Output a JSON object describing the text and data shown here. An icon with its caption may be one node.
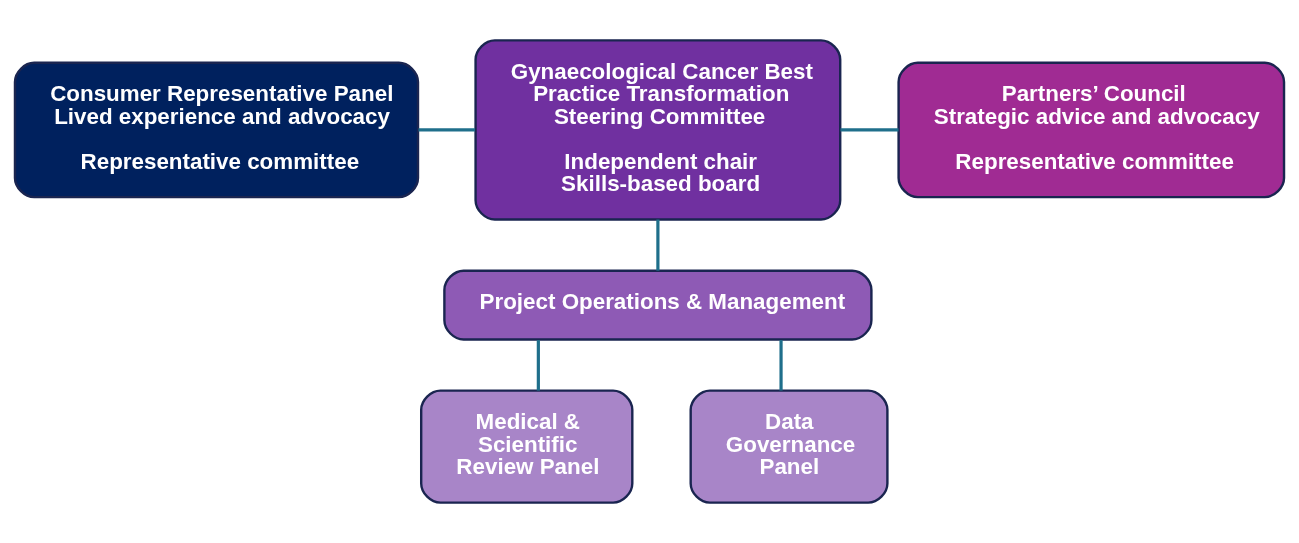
{
  "diagram": {
    "nodes": [
      {
        "text": [
          "Consumer Representative Panel",
          "Lived experience and advocacy",
          "Representative committee"
        ]
      },
      {
        "text": [
          "Gynaecological Cancer Best Practice Transformation Steering Committee",
          "Independent chair",
          "Skills-based board"
        ]
      },
      {
        "text": [
          "Partners’ Council",
          "Strategic advice and advocacy",
          "Representative committee"
        ]
      },
      {
        "text": [
          "Project Operations & Management"
        ]
      },
      {
        "text": [
          "Medical & Scientific Review Panel"
        ]
      },
      {
        "text": [
          "Data Governance Panel"
        ]
      }
    ],
    "edges": [
      {
        "from": 0,
        "to": 1,
        "arrow": "none"
      },
      {
        "from": 1,
        "to": 2,
        "arrow": "none"
      },
      {
        "from": 1,
        "to": 3,
        "arrow": "none"
      },
      {
        "from": 3,
        "to": 4,
        "arrow": "none"
      },
      {
        "from": 3,
        "to": 5,
        "arrow": "none"
      }
    ]
  }
}
